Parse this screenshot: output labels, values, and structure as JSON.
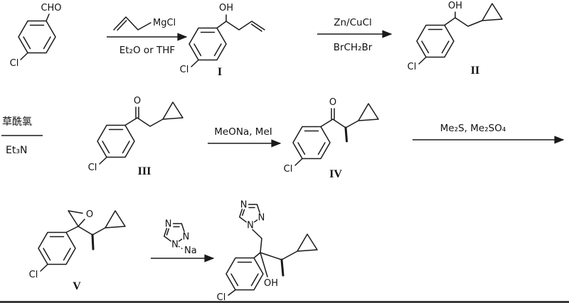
{
  "figure": {
    "type": "reaction-scheme",
    "description": "Multi-step synthesis route from 4-chlorobenzaldehyde to a 1,2,4-triazolyl cyclopropyl alcohol"
  },
  "atoms": {
    "cl": "Cl",
    "oh": "OH",
    "cho": "CHO",
    "o": "O",
    "n": "N",
    "na": "Na",
    "mgcl": "MgCl"
  },
  "steps": {
    "step1": {
      "below": "Et₂O or THF"
    },
    "step2": {
      "above": "Zn/CuCl",
      "below": "BrCH₂Br"
    },
    "step3": {
      "above": "草酰氯",
      "below": "Et₃N"
    },
    "step4": {
      "above": "MeONa, MeI"
    },
    "step5": {
      "above": "Me₂S, Me₂SO₄"
    }
  },
  "labels": {
    "I": "I",
    "II": "II",
    "III": "III",
    "IV": "IV",
    "V": "V"
  }
}
